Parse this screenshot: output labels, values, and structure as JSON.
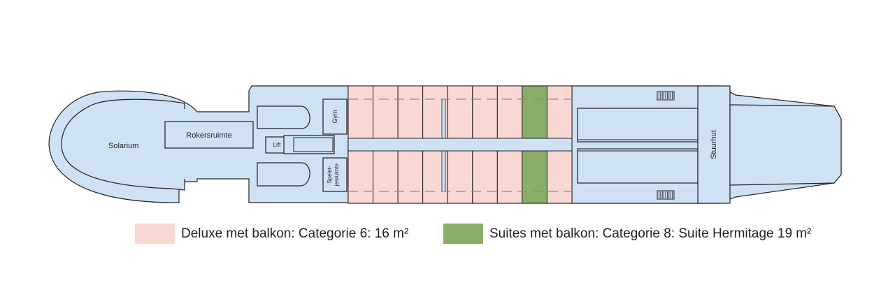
{
  "colors": {
    "hull": "#cfe2f3",
    "outline": "#231f20",
    "deluxe": "#f9d8d3",
    "suite": "#8aad6a",
    "dash": "#8a8a8a"
  },
  "labels": {
    "solarium": "Solarium",
    "smoking_room": "Rokersruimte",
    "lift": "Lift",
    "gym": "Gym",
    "games_room_line1": "Spelet-",
    "games_room_line2": "jesruimte",
    "wheelhouse": "Stuurhut"
  },
  "legend": [
    {
      "key": "deluxe",
      "label": "Deluxe met balkon: Categorie 6: 16 m²"
    },
    {
      "key": "suite",
      "label": "Suites met balkon: Categorie 8: Suite Hermitage 19 m²"
    }
  ],
  "cabins": {
    "top": [
      "deluxe",
      "deluxe",
      "deluxe",
      "deluxe",
      "deluxe",
      "deluxe",
      "deluxe",
      "suite",
      "deluxe"
    ],
    "bottom": [
      "deluxe",
      "deluxe",
      "deluxe",
      "deluxe",
      "deluxe",
      "deluxe",
      "deluxe",
      "suite",
      "deluxe"
    ]
  }
}
